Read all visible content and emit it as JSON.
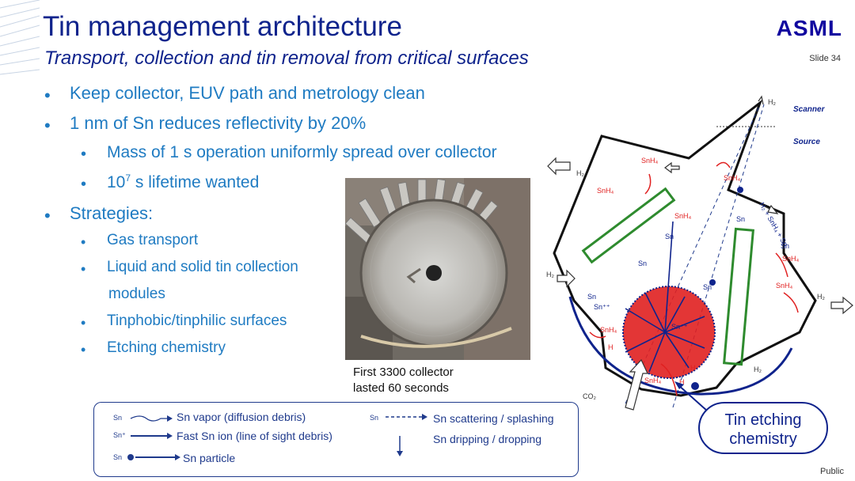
{
  "header": {
    "title": "Tin management architecture",
    "subtitle": "Transport, collection and tin removal from critical surfaces",
    "logo": "ASML",
    "slide_number": "Slide 34"
  },
  "bullets": [
    {
      "level": 1,
      "text": "Keep collector, EUV path and metrology clean"
    },
    {
      "level": 1,
      "text": "1 nm of Sn reduces reflectivity by 20%"
    },
    {
      "level": 2,
      "text": "Mass of 1 s operation uniformly spread over collector"
    },
    {
      "level": 2,
      "text_base": "10",
      "text_sup": "7",
      "text_rest": " s lifetime wanted"
    },
    {
      "level": 1,
      "text": "Strategies:"
    },
    {
      "level": 2,
      "text": "Gas transport"
    },
    {
      "level": 2,
      "text": "Liquid and solid tin collection"
    },
    {
      "level": 2,
      "text": "modules"
    },
    {
      "level": 2,
      "text": "Tinphobic/tinphilic surfaces"
    },
    {
      "level": 2,
      "text": "Etching chemistry"
    }
  ],
  "photo": {
    "caption_line1": "First 3300 collector",
    "caption_line2": "lasted 60 seconds"
  },
  "legend": {
    "items": [
      {
        "tag": "Sn",
        "label": "Sn vapor (diffusion debris)"
      },
      {
        "tag": "Sn⁺",
        "label": "Fast Sn ion (line of sight debris)"
      },
      {
        "tag": "Sn",
        "label": "Sn particle"
      },
      {
        "tag": "Sn",
        "label": "Sn scattering / splashing"
      },
      {
        "tag": "",
        "label": "Sn dripping / dropping"
      }
    ]
  },
  "diagram": {
    "labels": {
      "scanner": "Scanner",
      "source": "Source",
      "h2": "H₂",
      "snh4": "SnH₄",
      "sn": "Sn",
      "snpp": "Sn⁺⁺",
      "h": "H",
      "co2": "CO₂",
      "h2_snh4_sn": "H₂ + SnH₄ + Sn"
    },
    "callout_line1": "Tin etching",
    "callout_line2": "chemistry",
    "colors": {
      "navy": "#0f238c",
      "red": "#e02020",
      "green": "#2e8b2e"
    }
  },
  "footer": {
    "classification": "Public"
  }
}
